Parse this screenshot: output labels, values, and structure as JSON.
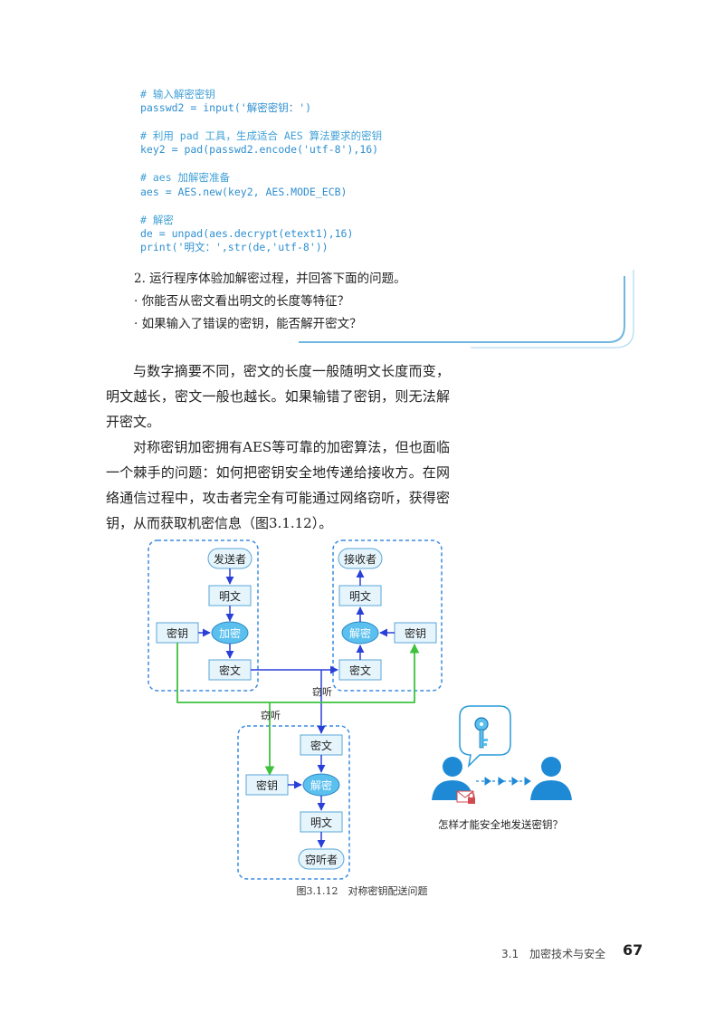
{
  "code": {
    "c1": "# 输入解密密钥",
    "s1": "passwd2 = input('解密密钥：')",
    "c2": "# 利用 pad 工具，生成适合 AES 算法要求的密钥",
    "s2": "key2 = pad(passwd2.encode('utf-8'),16)",
    "c3": "# aes 加解密准备",
    "s3": "aes = AES.new(key2, AES.MODE_ECB)",
    "c4": "# 解密",
    "s4": "de = unpad(aes.decrypt(etext1),16)",
    "s5": "print('明文：',str(de,'utf-8'))"
  },
  "tasks": {
    "t1": "2. 运行程序体验加解密过程，并回答下面的问题。",
    "t2": "· 你能否从密文看出明文的长度等特征？",
    "t3": "· 如果输入了错误的密钥，能否解开密文？"
  },
  "paragraphs": {
    "p1": "与数字摘要不同，密文的长度一般随明文长度而变，明文越长，密文一般也越长。如果输错了密钥，则无法解开密文。",
    "p2": "对称密钥加密拥有AES等可靠的加密算法，但也面临一个棘手的问题：如何把密钥安全地传递给接收方。在网络通信过程中，攻击者完全有可能通过网络窃听，获得密钥，从而获取机密信息（图3.1.12）。"
  },
  "diagram": {
    "sender": "发送者",
    "plain1": "明文",
    "key1": "密钥",
    "encrypt": "加密",
    "cipher1": "密文",
    "receiver": "接收者",
    "plain2": "明文",
    "decrypt2": "解密",
    "key2": "密钥",
    "cipher2": "密文",
    "eavesdrop1": "窃听",
    "eavesdrop2": "窃听",
    "cipher3": "密文",
    "key3": "密钥",
    "decrypt3": "解密",
    "plain3": "明文",
    "listener": "窃听者",
    "question": "怎样才能安全地发送密钥？",
    "caption": "图3.1.12　对称密钥配送问题"
  },
  "footer": {
    "section": "3.1　加密技术与安全",
    "page": "67"
  },
  "colors": {
    "code": "#2f8fd0",
    "box_border": "#6fb6e0",
    "dashed": "#3b8be0",
    "arrow_blue": "#2a3fd8",
    "arrow_green": "#3ec23e",
    "ellipse_fill": "#5bc0ee",
    "person": "#1e8ad6"
  }
}
